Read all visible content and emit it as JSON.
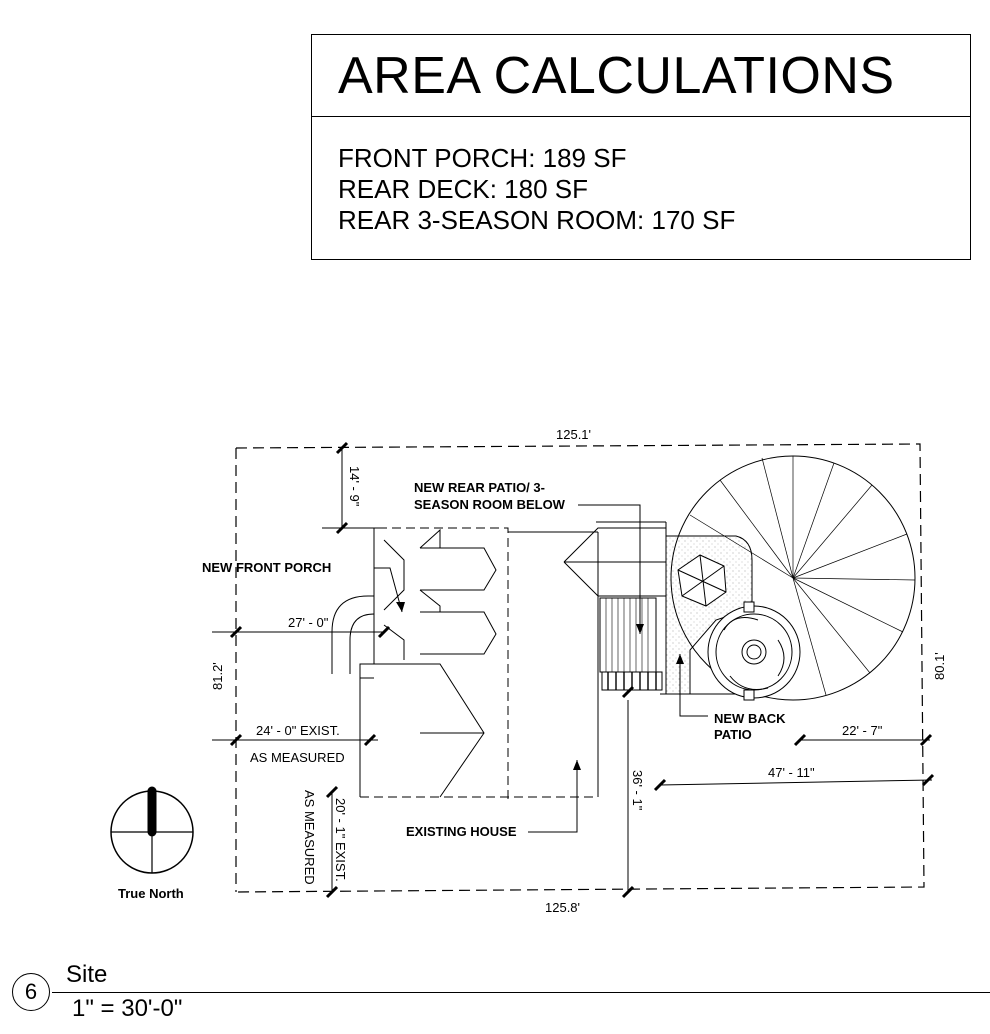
{
  "area_calculations": {
    "title": "AREA CALCULATIONS",
    "items": [
      "FRONT PORCH: 189 SF",
      "REAR DECK: 180 SF",
      "REAR 3-SEASON ROOM: 170 SF"
    ]
  },
  "plan": {
    "labels": {
      "new_front_porch": "NEW FRONT PORCH",
      "new_rear_patio_line1": "NEW REAR PATIO/ 3-",
      "new_rear_patio_line2": "SEASON ROOM BELOW",
      "new_back_patio_line1": "NEW BACK",
      "new_back_patio_line2": "PATIO",
      "existing_house": "EXISTING HOUSE",
      "true_north": "True North"
    },
    "dimensions": {
      "top_width": "125.1'",
      "bottom_width": "125.8'",
      "left_depth": "81.2'",
      "right_depth": "80.1'",
      "front_setback": "14' - 9\"",
      "porch_depth": "27' - 0\"",
      "exist_setback_line1": "24' - 0\" EXIST.",
      "exist_setback_line2": "AS MEASURED",
      "side_setback_line1": "20' - 1\" EXIST.",
      "side_setback_line2": "AS MEASURED",
      "rear_setback": "36' - 1\"",
      "patio_offset": "22' - 7\"",
      "rear_yard": "47' - 11\""
    }
  },
  "drawing_title": {
    "number": "6",
    "title": "Site",
    "scale": "1\" = 30'-0\""
  }
}
